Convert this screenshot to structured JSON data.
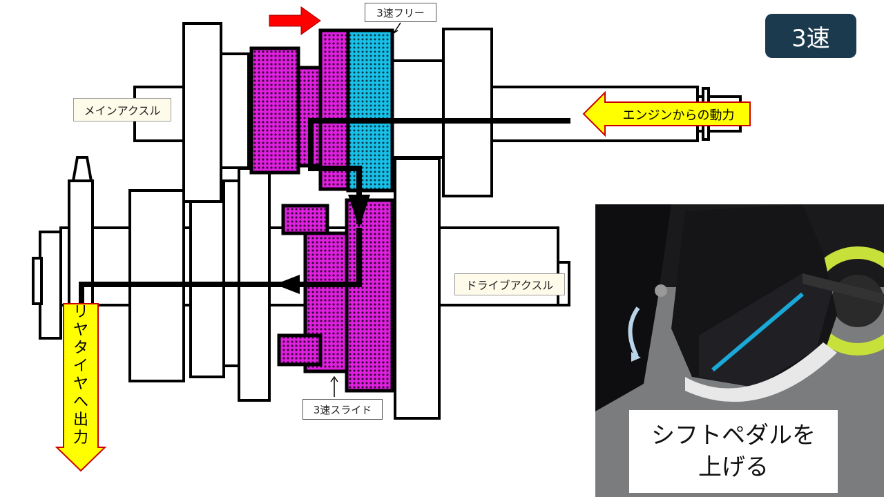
{
  "gear_badge": "3速",
  "labels": {
    "main_axle": "メインアクスル",
    "drive_axle": "ドライブアクスル",
    "engine_input": "エンジンからの動力",
    "third_free": "3速フリー",
    "third_slide": "3速スライド",
    "rear_output": [
      "リ",
      "ヤ",
      "タ",
      "イ",
      "ヤ",
      "へ",
      "出",
      "力"
    ]
  },
  "caption": {
    "line1": "シフトペダルを",
    "line2": "上げる"
  },
  "colors": {
    "gear_magenta": "#e020e0",
    "gear_cyan": "#18c0e8",
    "arrow_yellow": "#ffff00",
    "arrow_red": "#ff0000",
    "badge_bg": "#1b3a4e"
  }
}
